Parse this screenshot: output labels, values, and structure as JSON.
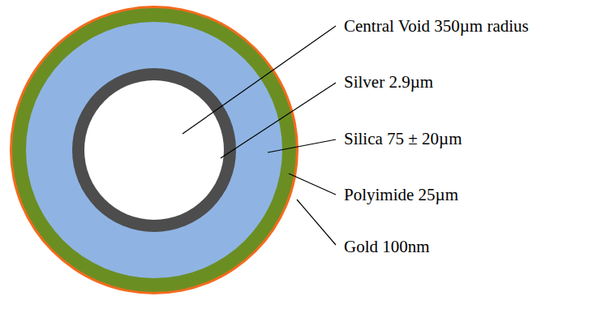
{
  "diagram": {
    "labels": [
      "Central Void 350µm radius",
      "Silver 2.9µm",
      "Silica 75 ± 20µm",
      "Polyimide 25µm",
      "Gold 100nm"
    ]
  }
}
